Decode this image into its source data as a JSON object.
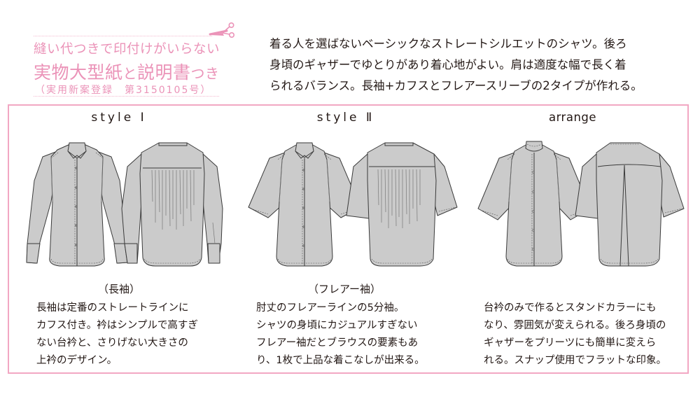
{
  "header": {
    "line1": "縫い代つきで印付けがいらない",
    "line2_main": "実物大型紙",
    "line2_connector": "と",
    "line2_main2": "説明書",
    "line2_suffix": "つき",
    "line3": "（実用新案登録　第3150105号）",
    "scissors_icon": "scissors",
    "accent_color": "#eb93b8"
  },
  "intro": {
    "lines": [
      "着る人を選ばないベーシックなストレートシルエットのシャツ。後ろ",
      "身頃のギャザーでゆとりがあり着心地がよい。肩は適度な幅で長く着",
      "られるバランス。長袖+カフスとフレアースリーブの2タイプが作れる。"
    ]
  },
  "box": {
    "border_color": "#f2a7c3"
  },
  "styles": [
    {
      "title": "style Ⅰ",
      "caption": "（長袖）",
      "description": [
        "長袖は定番のストレートラインに",
        "カフス付き。衿はシンプルで高すぎ",
        "ない台衿と、さりげない大きさの",
        "上衿のデザイン。"
      ]
    },
    {
      "title": "style Ⅱ",
      "caption": "（フレアー袖）",
      "description": [
        "肘丈のフレアーラインの5分袖。",
        "シャツの身頃にカジュアルすぎない",
        "フレアー袖だとブラウスの要素もあ",
        "り、1枚で上品な着こなしが出来る。"
      ]
    },
    {
      "title": "arrange",
      "caption": "",
      "description": [
        "台衿のみで作るとスタンドカラーにも",
        "なり、雰囲気が変えられる。後ろ身頃の",
        "ギャザーをプリーツにも簡単に変えら",
        "れる。スナップ使用でフラットな印象。"
      ]
    }
  ]
}
